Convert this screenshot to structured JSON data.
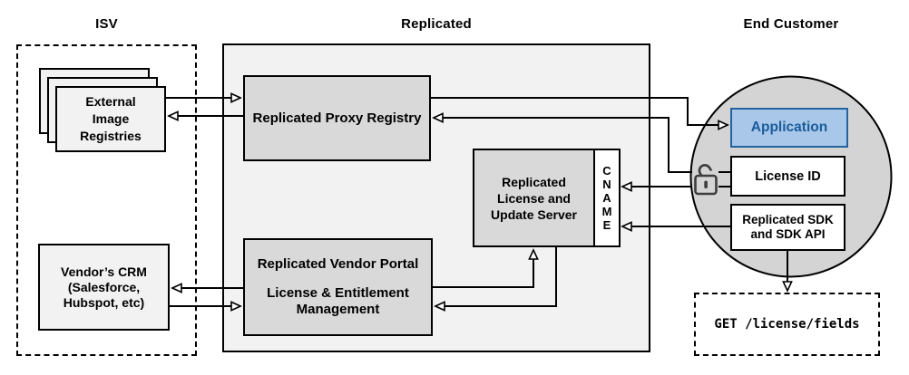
{
  "sections": {
    "isv": "ISV",
    "replicated": "Replicated",
    "end_customer": "End Customer"
  },
  "nodes": {
    "registries": {
      "lines": [
        "External",
        "Image",
        "Registries"
      ]
    },
    "crm": {
      "lines": [
        "Vendor’s CRM",
        "(Salesforce,",
        "Hubspot, etc)"
      ]
    },
    "proxy": {
      "label": "Replicated Proxy Registry"
    },
    "update_server": {
      "lines": [
        "Replicated",
        "License and",
        "Update Server"
      ]
    },
    "cname": {
      "letters": [
        "C",
        "N",
        "A",
        "M",
        "E"
      ]
    },
    "vendor_portal": {
      "title": "Replicated Vendor Portal",
      "subtitle": [
        "License & Entitlement",
        "Management"
      ]
    },
    "application": {
      "label": "Application"
    },
    "license_id": {
      "label": "License ID"
    },
    "sdk": {
      "lines": [
        "Replicated SDK",
        "and SDK API"
      ]
    },
    "get_endpoint": {
      "label": "GET /license/fields"
    }
  },
  "icons": {
    "padlock": "unlocked-padlock"
  },
  "edges": [
    {
      "from": "external-image-registries",
      "to": "replicated-proxy-registry"
    },
    {
      "from": "replicated-proxy-registry",
      "to": "external-image-registries"
    },
    {
      "from": "replicated-proxy-registry",
      "to": "application"
    },
    {
      "from": "license-id",
      "to": "replicated-proxy-registry"
    },
    {
      "from": "license-id",
      "to": "cname"
    },
    {
      "from": "replicated-sdk",
      "to": "cname"
    },
    {
      "from": "vendor-portal",
      "to": "vendors-crm"
    },
    {
      "from": "vendors-crm",
      "to": "vendor-portal"
    },
    {
      "from": "vendor-portal",
      "to": "license-update-server"
    },
    {
      "from": "license-update-server",
      "to": "vendor-portal"
    },
    {
      "from": "replicated-sdk",
      "to": "get-license-fields"
    }
  ],
  "colors": {
    "container_fill": "#f2f2f2",
    "node_fill": "#d9d9d9",
    "light_node_fill": "#f2f2f2",
    "circle_fill": "#d4d4d4",
    "application_fill": "#a9c7e8",
    "application_border": "#24639f",
    "application_text": "#1a5c9c",
    "line_color": "#000000",
    "padlock_color": "#3d3d3d"
  }
}
